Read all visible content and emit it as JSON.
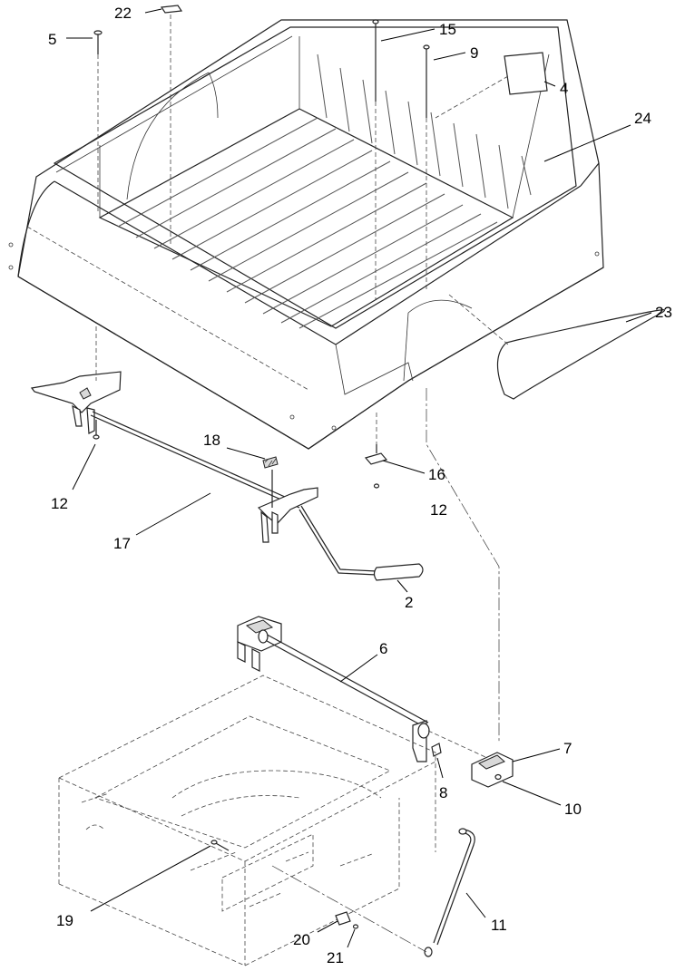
{
  "diagram": {
    "callouts": {
      "c22": "22",
      "c5": "5",
      "c15": "15",
      "c9": "9",
      "c4": "4",
      "c24": "24",
      "c23": "23",
      "c18": "18",
      "c12a": "12",
      "c16": "16",
      "c12b": "12",
      "c17": "17",
      "c2": "2",
      "c6": "6",
      "c7": "7",
      "c8": "8",
      "c10": "10",
      "c19": "19",
      "c11": "11",
      "c20": "20",
      "c21": "21"
    }
  }
}
